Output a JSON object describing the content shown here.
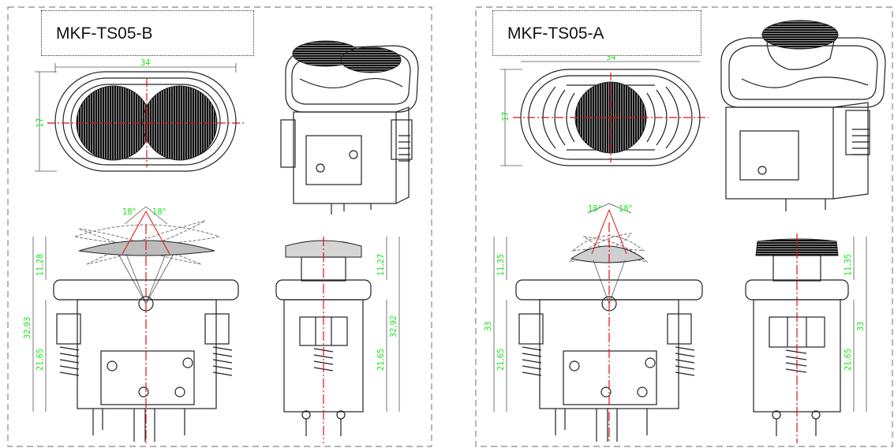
{
  "panels": [
    {
      "model": "MKF-TS05-B",
      "dims": {
        "width": "34",
        "height": "17",
        "upper": "11,28",
        "upper_right": "11,27",
        "total": "32,93",
        "total_right": "32,92",
        "lower": "21,65",
        "lower_right": "21,65",
        "angle_left": "18°",
        "angle_right": "18°"
      }
    },
    {
      "model": "MKF-TS05-A",
      "dims": {
        "width": "34",
        "height": "17",
        "upper": "11,35",
        "upper_right": "11,35",
        "total": "33",
        "total_right": "33",
        "lower": "21,65",
        "lower_right": "21,65",
        "angle_left": "18°",
        "angle_right": "18°"
      }
    }
  ],
  "colors": {
    "dimension": "#19e619",
    "centerline": "#e01010",
    "border": "#888888"
  }
}
